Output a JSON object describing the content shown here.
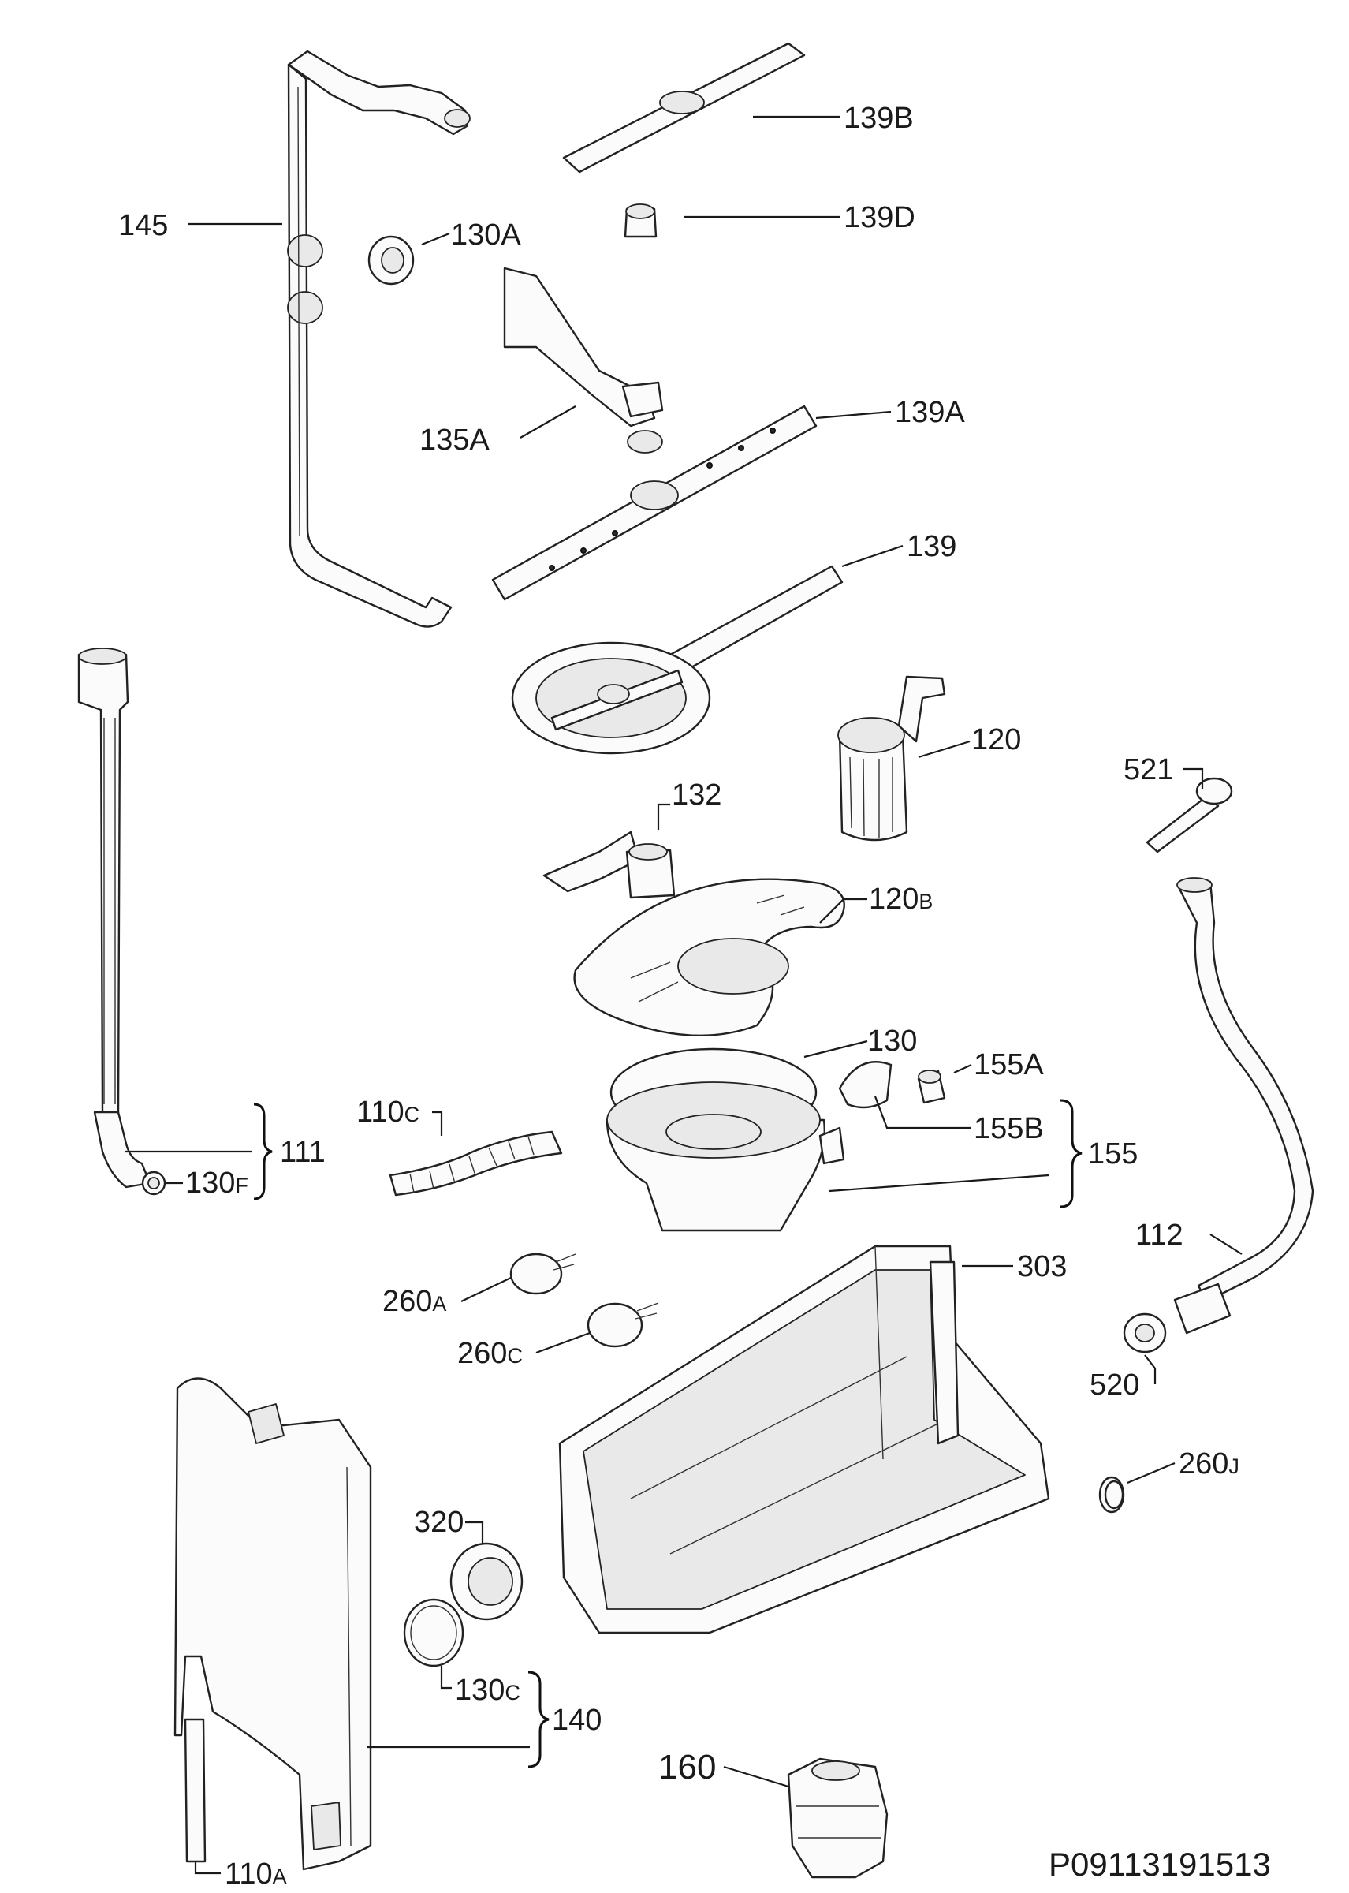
{
  "labels": {
    "145": "145",
    "130A": "130A",
    "139B": "139B",
    "139D": "139D",
    "135A": "135A",
    "139A": "139A",
    "139": "139",
    "120": "120",
    "521": "521",
    "132": "132",
    "120B_main": "120",
    "120B_sub": "B",
    "130": "130",
    "155A": "155A",
    "110C_main": "110",
    "110C_sub": "C",
    "155B": "155B",
    "155": "155",
    "111": "111",
    "130F_main": "130",
    "130F_sub": "F",
    "112": "112",
    "303": "303",
    "260A_main": "260",
    "260A_sub": "A",
    "260C_main": "260",
    "260C_sub": "C",
    "520": "520",
    "260J_main": "260",
    "260J_sub": "J",
    "320": "320",
    "130C_main": "130",
    "130C_sub": "C",
    "140": "140",
    "160": "160",
    "110A_main": "110",
    "110A_sub": "A"
  },
  "reference_code": "P09113191513"
}
